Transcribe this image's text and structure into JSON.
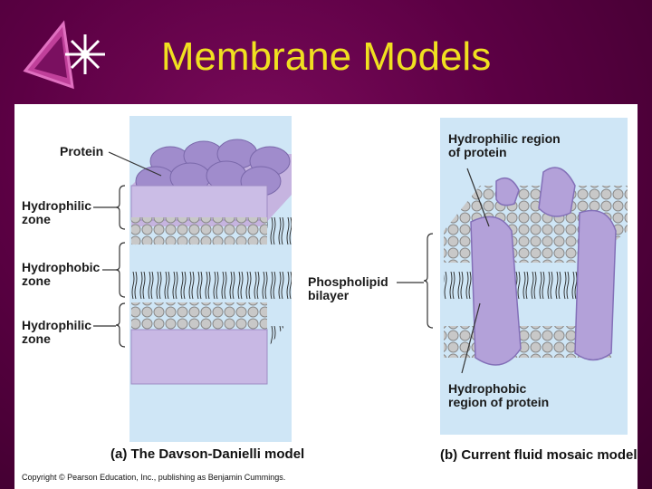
{
  "slide": {
    "title": "Membrane Models",
    "accent_color": "#f0e020",
    "background_color": "#5c0044"
  },
  "labels_left": {
    "protein": "Protein",
    "hydrophilic_top": "Hydrophilic\nzone",
    "hydrophobic": "Hydrophobic\nzone",
    "hydrophilic_bottom": "Hydrophilic\nzone"
  },
  "labels_center": {
    "phospholipid": "Phospholipid\nbilayer"
  },
  "labels_right": {
    "hydrophilic_region": "Hydrophilic region\nof  protein",
    "hydrophobic_region": "Hydrophobic\nregion of protein"
  },
  "captions": {
    "a": "(a)  The Davson-Danielli model",
    "b": "(b)  Current fluid mosaic model"
  },
  "copyright": "Copyright © Pearson Education, Inc., publishing as Benjamin Cummings.",
  "icons": [
    "star-burst-logo-icon"
  ]
}
